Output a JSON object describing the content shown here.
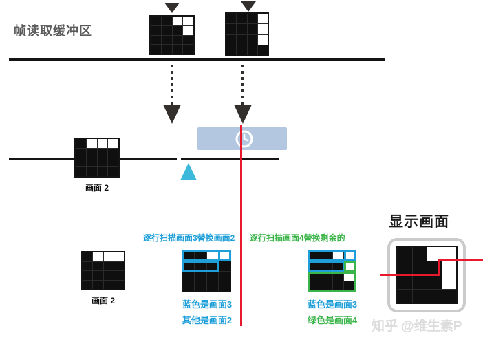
{
  "colors": {
    "blue": "#1e9fd9",
    "green": "#3bb54a",
    "red": "#e8192c",
    "cyan": "#3cb9da",
    "panel_blue": "#b4c7e1",
    "cell_black": "#0f0f0f",
    "gray_text": "#5a5a5a",
    "watermark": "#dcdcdc",
    "monitor_border": "#cbcbcb",
    "arrow_dark": "#332f2d"
  },
  "top": {
    "title": "帧读取缓冲区"
  },
  "middle": {
    "frame_label": "画面 2"
  },
  "bottom": {
    "scan3_heading": "逐行扫描画面3替换画面2",
    "scan4_heading": "逐行扫描画面4替换剩余的",
    "frame_label": "画面 2",
    "scan3_notes": [
      "蓝色是画面3",
      "其他是画面2"
    ],
    "scan4_notes": [
      "蓝色是画面3",
      "绿色是画面4"
    ]
  },
  "display": {
    "title": "显示画面"
  },
  "watermark": "知乎 @维生素P",
  "grids": {
    "buffer_frame3": {
      "rows": [
        "BBWW",
        "BBBW",
        "BBBB",
        "BBBB"
      ]
    },
    "buffer_frame4": {
      "rows": [
        "BBBW",
        "BBBW",
        "BBBW",
        "BBBB"
      ]
    },
    "scanline_frame2": {
      "rows": [
        "BWWW",
        "BBBB",
        "BBBB",
        "BBBB"
      ]
    },
    "bottom_frame2": {
      "rows": [
        "BWWW",
        "BBBB",
        "BBBB",
        "BBBB"
      ]
    },
    "scan3_grid": {
      "rows": [
        "BBWW",
        "BBBB",
        "BBBB",
        "BBBB"
      ]
    },
    "scan4_grid": {
      "rows": [
        "BBWW",
        "BBBW",
        "BBBW",
        "BBBB"
      ]
    },
    "display_grid": {
      "rows": [
        "BBWW",
        "BBBW",
        "BBBW",
        "BBBB"
      ]
    }
  }
}
